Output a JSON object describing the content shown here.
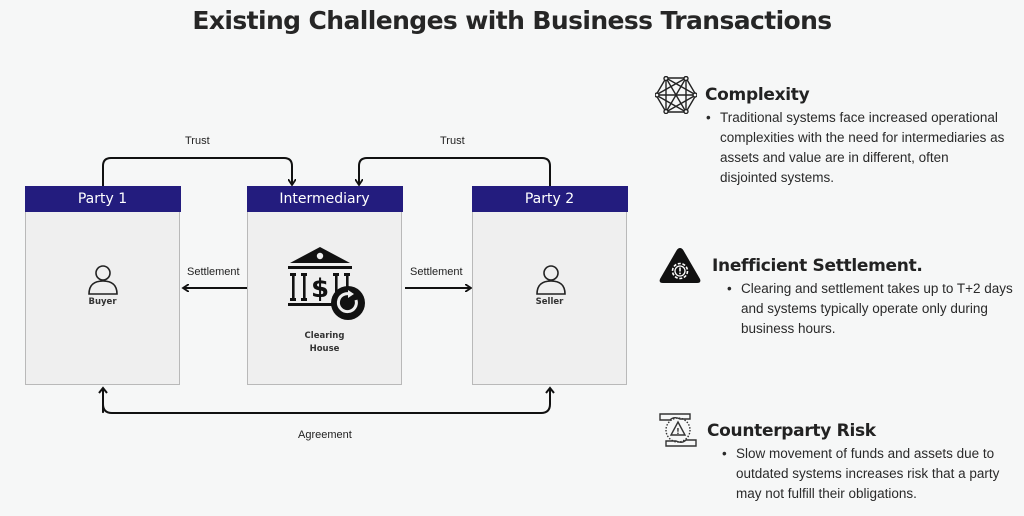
{
  "title": "Existing Challenges with Business Transactions",
  "diagram": {
    "colors": {
      "header_bg": "#231c7e",
      "box_bg": "#efefef",
      "arrow": "#111111"
    },
    "boxes": [
      {
        "header": "Party 1",
        "label": "Buyer",
        "icon": "person-icon"
      },
      {
        "header": "Intermediary",
        "label_line1": "Clearing",
        "label_line2": "House",
        "icon": "bank-refresh-icon"
      },
      {
        "header": "Party 2",
        "label": "Seller",
        "icon": "person-icon"
      }
    ],
    "connections": {
      "trust_left": "Trust",
      "trust_right": "Trust",
      "settlement_left": "Settlement",
      "settlement_right": "Settlement",
      "agreement": "Agreement"
    }
  },
  "challenges": [
    {
      "icon": "network-icon",
      "heading": "Complexity",
      "text": "Traditional systems face increased operational complexities with the need for intermediaries as assets and value are in different, often disjointed systems."
    },
    {
      "icon": "warning-gear-icon",
      "heading": "Inefficient Settlement.",
      "text": "Clearing and settlement takes up to T+2 days and systems typically operate only during business hours."
    },
    {
      "icon": "hands-risk-icon",
      "heading": "Counterparty Risk",
      "text": "Slow movement of funds and assets due to outdated systems increases risk that a party may not fulfill their obligations."
    }
  ]
}
